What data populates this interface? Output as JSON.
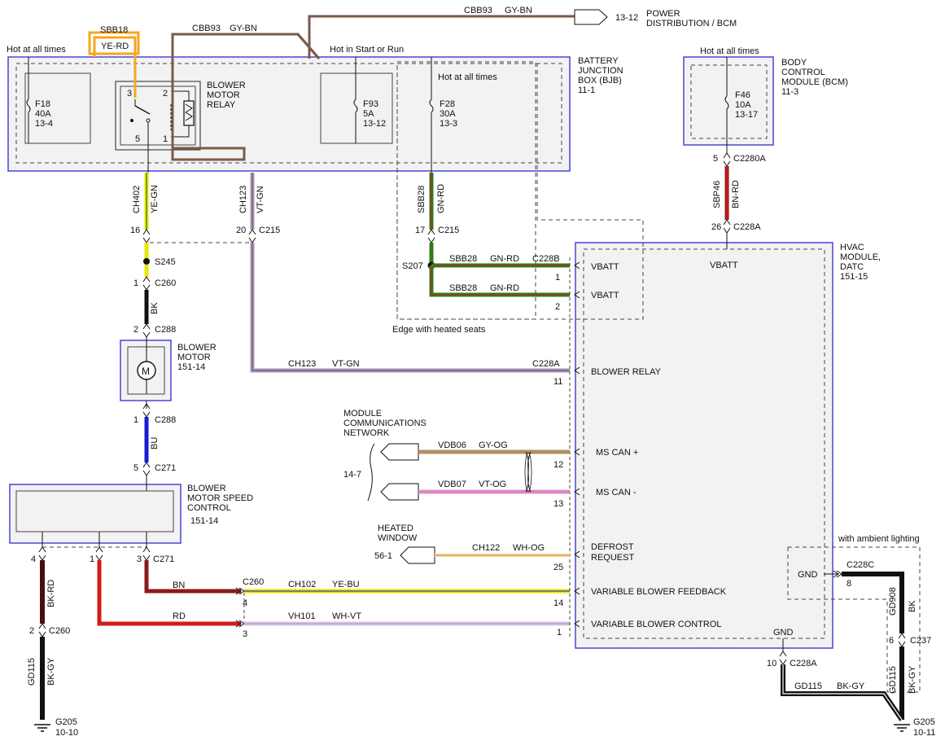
{
  "labels": {
    "hot_all_times": "Hot at all times",
    "hot_start_run": "Hot in Start or Run",
    "bjb": [
      "BATTERY",
      "JUNCTION",
      "BOX (BJB)",
      "11-1"
    ],
    "bcm": [
      "BODY",
      "CONTROL",
      "MODULE (BCM)",
      "11-3"
    ],
    "power_dist": [
      "13-12",
      "POWER",
      "DISTRIBUTION / BCM"
    ],
    "relay": [
      "BLOWER",
      "MOTOR",
      "RELAY"
    ],
    "relay_pins": [
      "3",
      "2",
      "5",
      "1"
    ],
    "blower_motor": [
      "BLOWER",
      "MOTOR",
      "151-14"
    ],
    "speed_control": [
      "BLOWER",
      "MOTOR SPEED",
      "CONTROL",
      "151-14"
    ],
    "hvac": [
      "HVAC",
      "MODULE,",
      "DATC",
      "151-15"
    ],
    "mcn": [
      "MODULE",
      "COMMUNICATIONS",
      "NETWORK"
    ],
    "mcn_ref": "14-7",
    "heated": [
      "HEATED",
      "WINDOW"
    ],
    "heated_ref": "56-1",
    "edge_heated": "Edge with heated seats",
    "ambient": "with ambient lighting"
  },
  "fuses": [
    {
      "name": "F18",
      "amps": "40A",
      "ref": "13-4"
    },
    {
      "name": "F93",
      "amps": "5A",
      "ref": "13-12"
    },
    {
      "name": "F28",
      "amps": "30A",
      "ref": "13-3"
    },
    {
      "name": "F46",
      "amps": "10A",
      "ref": "13-17"
    }
  ],
  "hvac_pins": [
    "VBATT",
    "VBATT",
    "VBATT",
    "BLOWER RELAY",
    "MS CAN +",
    "MS CAN -",
    "DEFROST",
    "REQUEST",
    "VARIABLE BLOWER FEEDBACK",
    "VARIABLE BLOWER CONTROL",
    "GND",
    "GND"
  ],
  "wires": {
    "sbb18": [
      "SBB18",
      "YE-RD"
    ],
    "cbb93a": [
      "CBB93",
      "GY-BN"
    ],
    "cbb93b": [
      "CBB93",
      "GY-BN"
    ],
    "ch402": [
      "CH402",
      "YE-GN"
    ],
    "ch123v": [
      "CH123",
      "VT-GN"
    ],
    "sbb28v": [
      "SBB28",
      "GN-RD"
    ],
    "sbp46": [
      "SBP46",
      "BN-RD"
    ],
    "sbb28a": [
      "SBB28",
      "GN-RD"
    ],
    "sbb28b": [
      "SBB28",
      "GN-RD"
    ],
    "ch123h": [
      "CH123",
      "VT-GN"
    ],
    "vdb06": [
      "VDB06",
      "GY-OG"
    ],
    "vdb07": [
      "VDB07",
      "VT-OG"
    ],
    "ch122": [
      "CH122",
      "WH-OG"
    ],
    "ch102": [
      "CH102",
      "YE-BU"
    ],
    "vh101": [
      "VH101",
      "WH-VT"
    ],
    "bn": "BN",
    "rd": "RD",
    "bk1": "BK",
    "bu": "BU",
    "bkrd": "BK-RD",
    "gd115l": [
      "GD115",
      "BK-GY"
    ],
    "gd115r": [
      "GD115",
      "BK-GY"
    ],
    "gd908": [
      "GD908",
      "BK"
    ],
    "gd115b": [
      "GD115",
      "BK-GY"
    ]
  },
  "connectors": {
    "c215a": [
      "16",
      "20",
      "C215"
    ],
    "c215b": [
      "17",
      "C215"
    ],
    "c2280a": [
      "5",
      "C2280A"
    ],
    "c228a_top": [
      "26",
      "C228A"
    ],
    "s245": "S245",
    "s207": "S207",
    "c260a": [
      "1",
      "C260"
    ],
    "c288a": [
      "2",
      "C288"
    ],
    "c288b": [
      "1",
      "C288"
    ],
    "c271a": [
      "5",
      "C271"
    ],
    "c271b": [
      "4",
      "1",
      "3",
      "C271"
    ],
    "c260b": [
      "C260",
      "4",
      "3"
    ],
    "c260c": [
      "2",
      "C260"
    ],
    "c228b": [
      "C228B",
      "1",
      "2"
    ],
    "c228a_br": [
      "C228A",
      "11"
    ],
    "can_pins": [
      "12",
      "13"
    ],
    "defrost_pin": "25",
    "fb_pin": "14",
    "ctl_pin": "1",
    "c228a_gnd": [
      "10",
      "C228A"
    ],
    "c228c": [
      "C228C",
      "8"
    ],
    "c237": [
      "6",
      "C237"
    ],
    "g205l": [
      "G205",
      "10-10"
    ],
    "g205r": [
      "G205",
      "10-11"
    ]
  },
  "colors": {
    "blue_box": "#3a3ad6",
    "ye_rd": "#f5a623",
    "gy_bn": "#7a5a4a",
    "yellow": "#e6e600",
    "violet": "#b48cc8",
    "green": "#2e7d1e",
    "red": "#d21a1a",
    "brown_red": "#8b1a1a",
    "blue": "#1a1ad2",
    "pink": "#ea8cc4",
    "black": "#111111"
  }
}
